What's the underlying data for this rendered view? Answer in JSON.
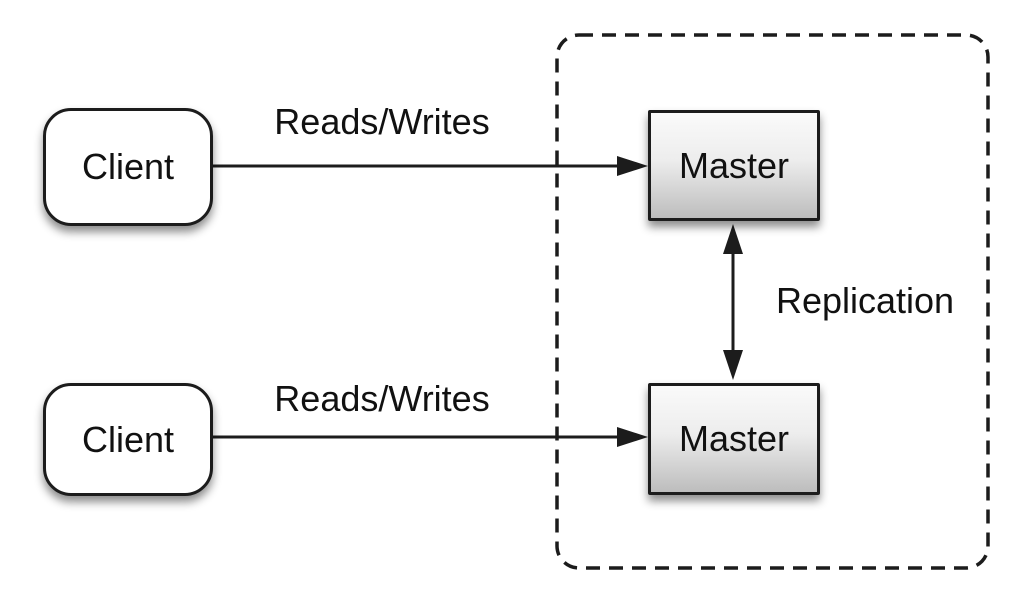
{
  "diagram": {
    "nodes": {
      "client_top": "Client",
      "client_bottom": "Client",
      "master_top": "Master",
      "master_bottom": "Master"
    },
    "edge_labels": {
      "reads_writes_top": "Reads/Writes",
      "reads_writes_bottom": "Reads/Writes",
      "replication": "Replication"
    }
  },
  "colors": {
    "canvas-bg": "#ffffff",
    "stroke": "#1c1c1c",
    "text": "#111111",
    "client-fill": "#ffffff",
    "master-grad-top": "#fafafa",
    "master-grad-mid": "#ededed",
    "master-grad-bottom": "#bdbdbd"
  }
}
